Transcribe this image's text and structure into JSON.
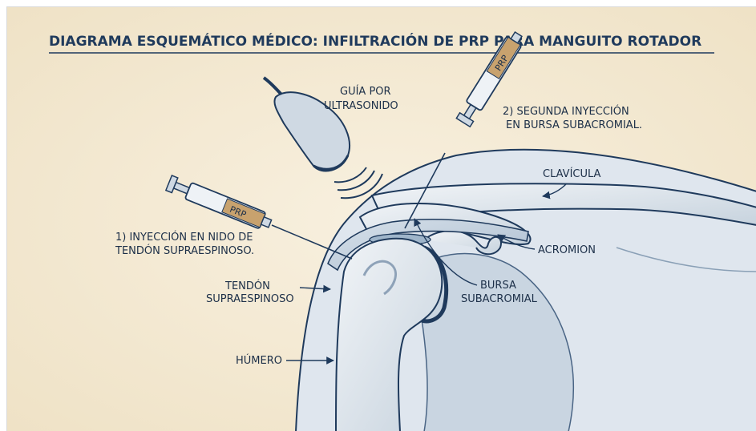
{
  "diagram": {
    "title": "DIAGRAMA ESQUEMÁTICO MÉDICO: INFILTRACIÓN DE PRP PARA MANGUITO ROTADOR",
    "labels": {
      "guia_line1": "GUÍA POR",
      "guia_line2": "ULTRASONIDO",
      "second_line1": "2) SEGUNDA INYECCIÓN",
      "second_line2": "EN BURSA SUBACROMIAL.",
      "first_line1": "1) INYECCIÓN EN NIDO DE",
      "first_line2": "TENDÓN SUPRAESPINOSO.",
      "clavicula": "CLAVÍCULA",
      "acromion": "ACROMION",
      "tendon_line1": "TENDÓN",
      "tendon_line2": "SUPRAESPINOSO",
      "bursa_line1": "BURSA",
      "bursa_line2": "SUBACROMIAL",
      "humero": "HÚMERO",
      "syringe_label": "PRP"
    },
    "colors": {
      "paper": "#f5ecda",
      "ink": "#1f3a5c",
      "bone": "#e3e9ef",
      "tissue": "#b9cad9"
    }
  }
}
